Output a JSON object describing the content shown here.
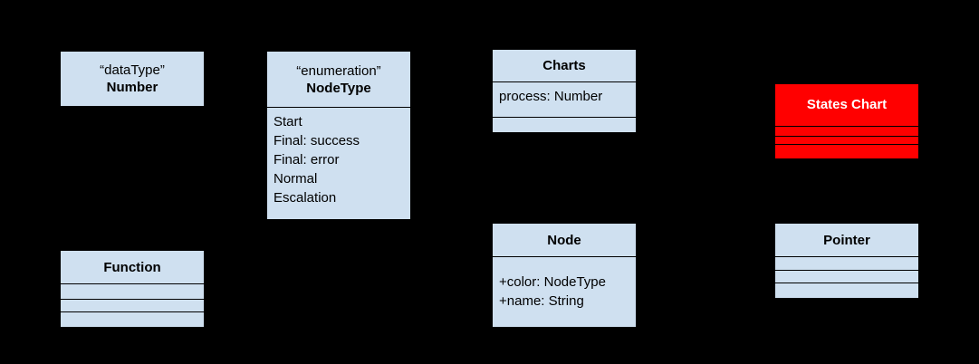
{
  "diagram": {
    "title": "UML class diagram",
    "background_color": "#000000",
    "class_fill_color": "#cfe0f0",
    "highlight_fill_color": "#ff0000",
    "border_color": "#000000"
  },
  "classes": {
    "number": {
      "stereotype": "“dataType”",
      "name": "Number"
    },
    "node_type": {
      "stereotype": "“enumeration”",
      "name": "NodeType",
      "literals": [
        "Start",
        "Final: success",
        "Final: error",
        "Normal",
        "Escalation"
      ]
    },
    "charts": {
      "name": "Charts",
      "attributes": [
        "process: Number"
      ],
      "operations": []
    },
    "states_chart": {
      "name": "States Chart",
      "attributes": [],
      "operations": []
    },
    "function": {
      "name": "Function",
      "attributes": [],
      "operations": [],
      "extra": []
    },
    "node": {
      "name": "Node",
      "attributes": [
        "+color: NodeType",
        "+name: String"
      ]
    },
    "pointer": {
      "name": "Pointer",
      "attributes": [],
      "operations": [],
      "extra": []
    }
  }
}
